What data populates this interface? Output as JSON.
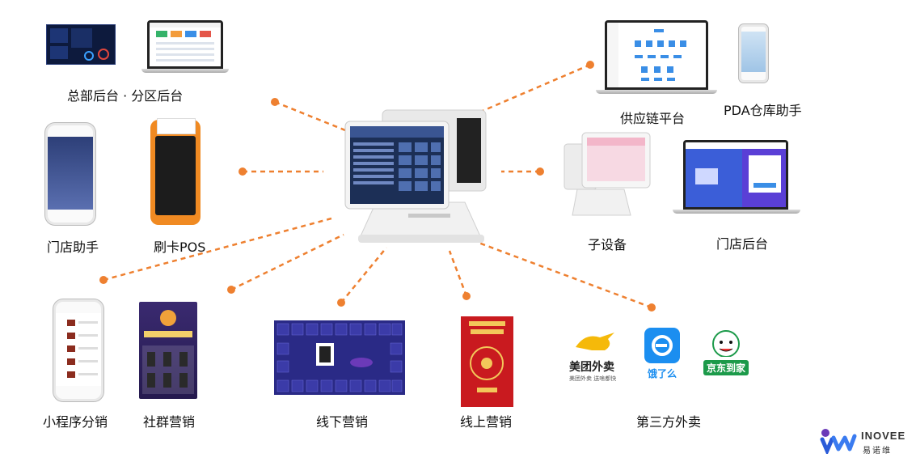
{
  "center": {
    "name": "dual-screen-pos"
  },
  "nodes": {
    "hq": {
      "label": "总部后台 · 分区后台"
    },
    "supply": {
      "label": "供应链平台"
    },
    "pda": {
      "label": "PDA仓库助手"
    },
    "store_assistant": {
      "label": "门店助手"
    },
    "card_pos": {
      "label": "刷卡POS"
    },
    "sub_device": {
      "label": "子设备"
    },
    "store_backend": {
      "label": "门店后台"
    },
    "mini_program": {
      "label": "小程序分销"
    },
    "community": {
      "label": "社群营销"
    },
    "offline": {
      "label": "线下营销"
    },
    "online": {
      "label": "线上营销"
    },
    "third_party": {
      "label": "第三方外卖"
    }
  },
  "logos": {
    "meituan": {
      "name": "美团外卖",
      "slogan": "美团外卖 送啥都快"
    },
    "eleme": {
      "name": "饿了么"
    },
    "jd": {
      "name": "京东到家"
    }
  },
  "brand": {
    "en": "INOVEE",
    "cn": "易诺维"
  },
  "colors": {
    "accent": "#ee8030",
    "dark": "#111111"
  }
}
